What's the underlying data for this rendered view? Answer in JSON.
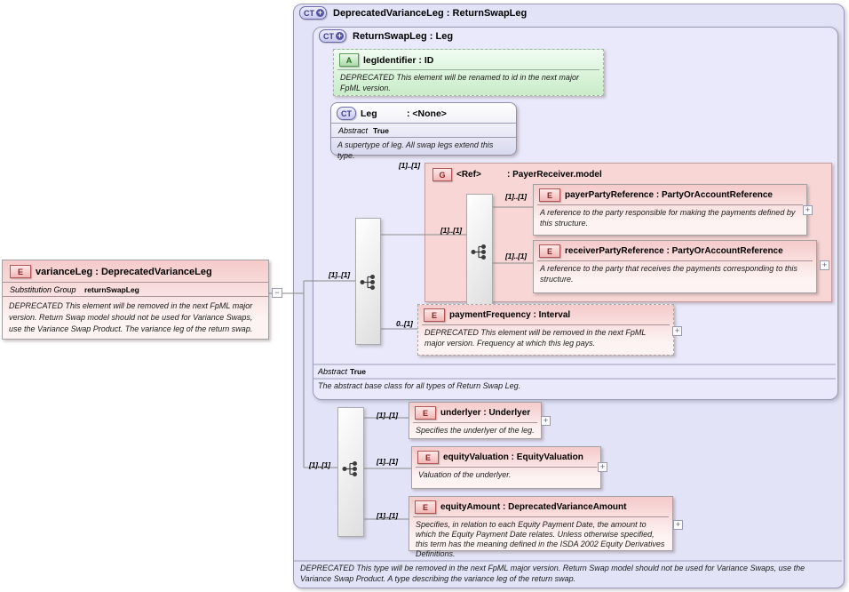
{
  "left": {
    "badge": "E",
    "title": "varianceLeg : DeprecatedVarianceLeg",
    "attr_label": "Substitution Group",
    "attr_value": "returnSwapLeg",
    "desc": "DEPRECATED This element will be removed in the next FpML major version. Return Swap model should not be used for Variance Swaps, use the Variance Swap Product. The variance leg of the return swap."
  },
  "outer": {
    "badge": "CT",
    "title": "DeprecatedVarianceLeg : ReturnSwapLeg",
    "footer": "DEPRECATED This type will be removed in the next FpML major version. Return Swap model should not be used for Variance Swaps, use the Variance Swap Product. A type describing the variance leg of the return swap."
  },
  "inner": {
    "badge": "CT",
    "title": "ReturnSwapLeg : Leg",
    "abstract_label": "Abstract",
    "abstract_value": "True",
    "footer": "The abstract base class for all types of Return Swap Leg."
  },
  "leg_identifier": {
    "badge": "A",
    "title": "legIdentifier : ID",
    "desc": "DEPRECATED This element will be renamed to id in the next major FpML version."
  },
  "leg_base": {
    "badge": "CT",
    "name": "Leg",
    "type": ": <None>",
    "abstract_label": "Abstract",
    "abstract_value": "True",
    "desc": "A supertype of leg. All swap legs extend this type."
  },
  "payer_receiver_group": {
    "badge": "G",
    "name": "<Ref>",
    "type": ": PayerReceiver.model"
  },
  "elements": {
    "payer": {
      "badge": "E",
      "title": "payerPartyReference : PartyOrAccountReference",
      "desc": "A reference to the party responsible for making the payments defined by this structure."
    },
    "receiver": {
      "badge": "E",
      "title": "receiverPartyReference : PartyOrAccountReference",
      "desc": "A reference to the party that receives the payments corresponding to this structure."
    },
    "payment_frequency": {
      "badge": "E",
      "title": "paymentFrequency : Interval",
      "desc": "DEPRECATED This element will be removed in the next FpML major version. Frequency at which this leg pays."
    },
    "underlyer": {
      "badge": "E",
      "title": "underlyer : Underlyer",
      "desc": "Specifies the underlyer of the leg."
    },
    "equity_valuation": {
      "badge": "E",
      "title": "equityValuation : EquityValuation",
      "desc": "Valuation of the underlyer."
    },
    "equity_amount": {
      "badge": "E",
      "title": "equityAmount : DeprecatedVarianceAmount",
      "desc": "Specifies, in relation to each Equity Payment Date, the amount to which the Equity Payment Date relates. Unless otherwise specified, this term has the meaning defined in the ISDA 2002 Equity Derivatives Definitions."
    }
  },
  "cardinality": {
    "to_upper_sequence": "[1]..[1]",
    "to_payer_receiver_group": "[1]..[1]",
    "to_group_sequence": "[1]..[1]",
    "to_payer": "[1]..[1]",
    "to_receiver": "[1]..[1]",
    "to_payment_frequency": "0..[1]",
    "to_lower_sequence": "[1]..[1]",
    "to_underlyer": "[1]..[1]",
    "to_equity_valuation": "[1]..[1]",
    "to_equity_amount": "[1]..[1]"
  },
  "symbols": {
    "collapse": "−",
    "expand": "+",
    "ct_plus": "+"
  },
  "colors": {
    "container_bg": "#e3e3f8",
    "inner_container_bg": "#e9e9fb",
    "group_bg": "#f8d6d6",
    "element_pink_top": "#f5caca",
    "element_pink_bottom": "#fdf3f3",
    "attribute_green_top": "#f0fcf0",
    "attribute_green_bottom": "#c9ecc9",
    "connector": "#888888"
  }
}
